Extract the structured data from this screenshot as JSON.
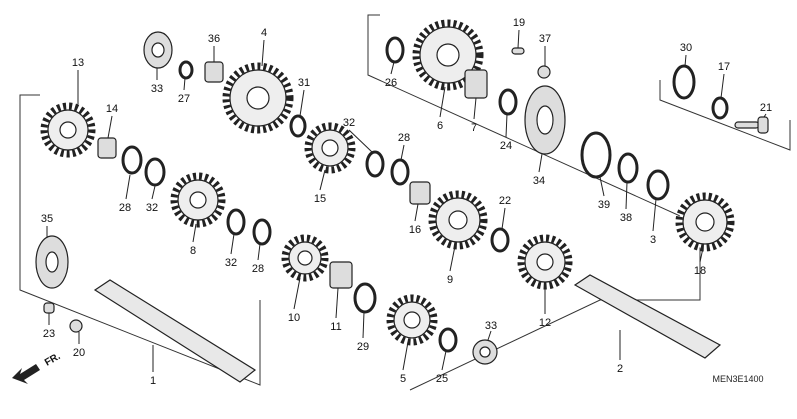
{
  "diagram": {
    "title": "Transmission parts diagram",
    "diagram_code": "MEN3E1400",
    "front_arrow_label": "FR.",
    "callouts": [
      "13",
      "14",
      "28",
      "32",
      "8",
      "32",
      "28",
      "35",
      "23",
      "20",
      "1",
      "33",
      "27",
      "36",
      "4",
      "31",
      "32",
      "28",
      "15",
      "16",
      "10",
      "11",
      "29",
      "5",
      "25",
      "33",
      "9",
      "22",
      "12",
      "26",
      "6",
      "19",
      "37",
      "7",
      "24",
      "34",
      "39",
      "38",
      "3",
      "18",
      "30",
      "17",
      "21",
      "2"
    ]
  }
}
